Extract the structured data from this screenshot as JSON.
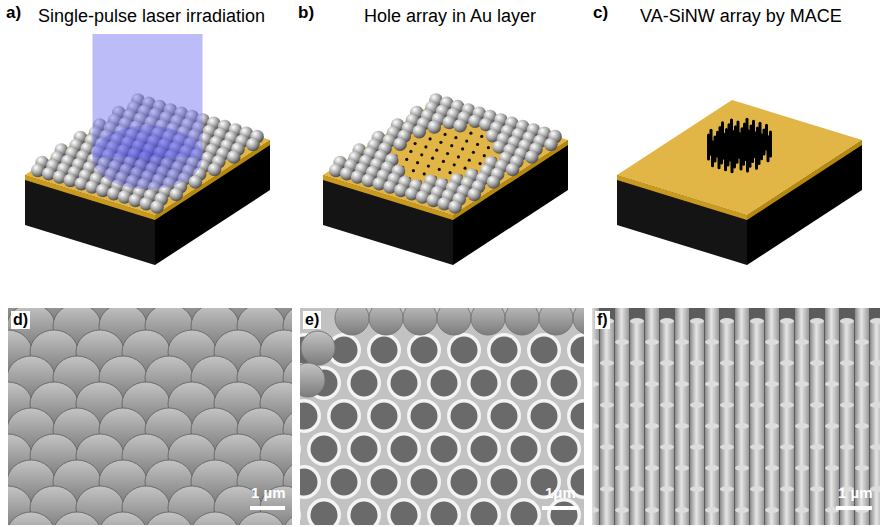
{
  "diagram": {
    "labels": [
      "a)",
      "Single-pulse laser irradiation",
      "b)",
      "Hole array in Au layer",
      "c)",
      "VA-SiNW array by MACE",
      "d)",
      "1 µm",
      "e)",
      "1μm",
      "f)",
      "1 µm"
    ]
  }
}
